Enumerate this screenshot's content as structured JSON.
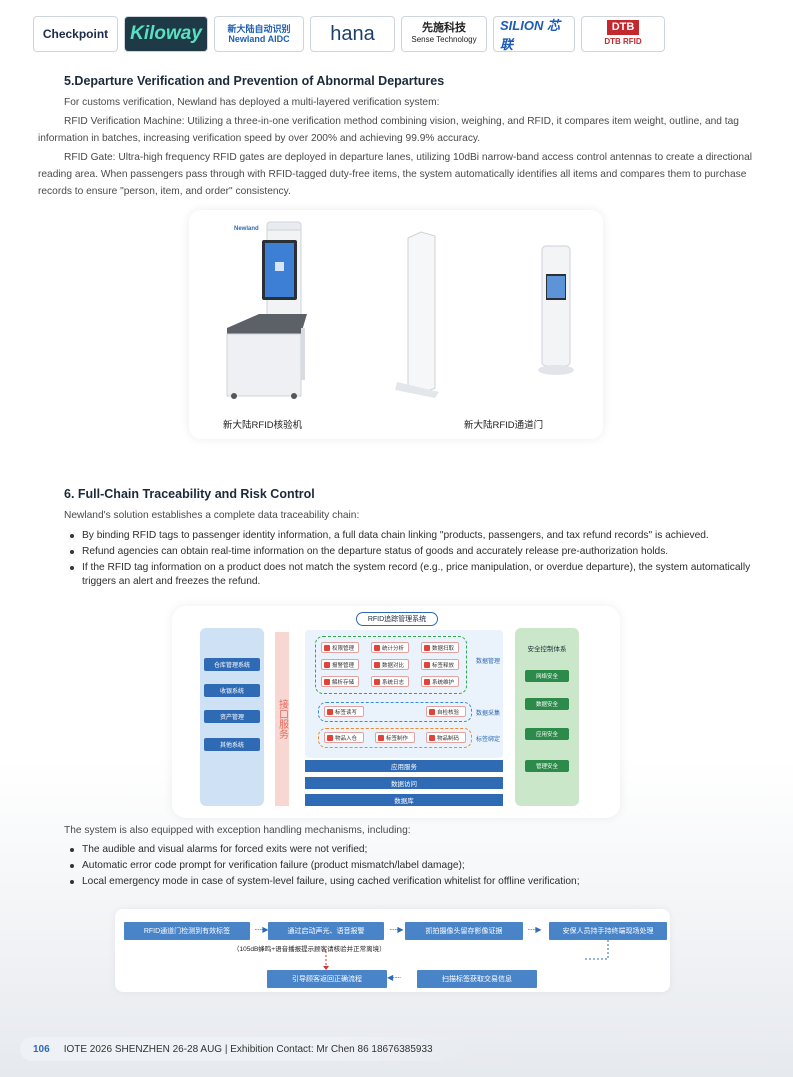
{
  "logos": {
    "checkpoint": "Checkpoint",
    "kiloway": "Kiloway",
    "newland_cn": "新大陆自动识别",
    "newland_en": "Newland AIDC",
    "hana": "hana",
    "sense_cn": "先施科技",
    "sense_en": "Sense Technology",
    "silion": "SILION 芯联",
    "dtb": "DTB",
    "dtb_sub": "DTB RFID"
  },
  "section5": {
    "title": "5.Departure Verification and Prevention of Abnormal Departures",
    "intro": "For customs verification, Newland has deployed a multi-layered verification system:",
    "p1": "RFID Verification Machine: Utilizing a three-in-one verification method combining vision, weighing, and RFID, it compares item weight, outline, and tag information in batches, increasing verification speed by over 200% and achieving 99.9% accuracy.",
    "p2": "RFID Gate: Ultra-high frequency RFID gates are deployed in departure lanes, utilizing 10dBi narrow-band access control antennas to create a directional reading area. When passengers pass through with RFID-tagged duty-free items, the system automatically identifies all items and compares them to purchase records to ensure \"person, item, and order\" consistency."
  },
  "photos": {
    "caption_left": "新大陆RFID核验机",
    "caption_right": "新大陆RFID通道门",
    "brand": "Newland"
  },
  "section6": {
    "title": "6. Full-Chain Traceability and Risk Control",
    "intro": "Newland's solution establishes a complete data traceability chain:",
    "bullets": [
      "By binding RFID tags to passenger identity information, a full data chain linking \"products, passengers, and tax refund records\" is achieved.",
      "Refund agencies can obtain real-time information on the departure status of goods and accurately release pre-authorization holds.",
      "If the RFID tag information on a product does not match the system record (e.g., price manipulation, or overdue departure), the system automatically triggers an alert and freezes the refund."
    ]
  },
  "diagram": {
    "title": "RFID追踪管理系统",
    "left": [
      "仓库管理系统",
      "收银系统",
      "资产管理",
      "其他系统"
    ],
    "iface": "接口服务",
    "data_mgmt": [
      "权限管理",
      "统计分析",
      "数据扫取",
      "报警管理",
      "数据对比",
      "标签释放",
      "解析存储",
      "系统日志",
      "系统维护"
    ],
    "data_mgmt_label": "数据管理",
    "collect": [
      "标签读写",
      "自检核验"
    ],
    "collect_label": "数据采集",
    "bind": [
      "物品入仓",
      "标签制作",
      "物品制码"
    ],
    "bind_label": "标签绑定",
    "bars": [
      "应用服务",
      "数据访问",
      "数据库"
    ],
    "right_title": "安全控制体系",
    "right": [
      "网络安全",
      "数据安全",
      "应用安全",
      "管理安全"
    ]
  },
  "exceptions": {
    "intro": "The system is also equipped with exception handling mechanisms, including:",
    "bullets": [
      "The audible and visual alarms for forced exits were not verified;",
      "Automatic error code prompt for verification failure (product mismatch/label damage);",
      "Local emergency mode in case of system-level failure, using cached verification whitelist for offline verification;"
    ]
  },
  "flow": {
    "b1": "RFID通道门检测到有效标签",
    "b2": "通过启动声光、语音报警",
    "b3": "抓拍摄像头留存影像证据",
    "b4": "安保人员持手持终端现场处理",
    "b5": "引导顾客返回正确流程",
    "b6": "扫描标签获取交易信息",
    "note": "（105dB蜂鸣+语音播报提示顾客请核验并正常离境）",
    "arrow": "·····▶",
    "arrow_left": "◀·····"
  },
  "footer": {
    "page": "106",
    "text": "IOTE 2026 SHENZHEN 26-28 AUG  | Exhibition Contact: Mr Chen 86 18676385933"
  }
}
